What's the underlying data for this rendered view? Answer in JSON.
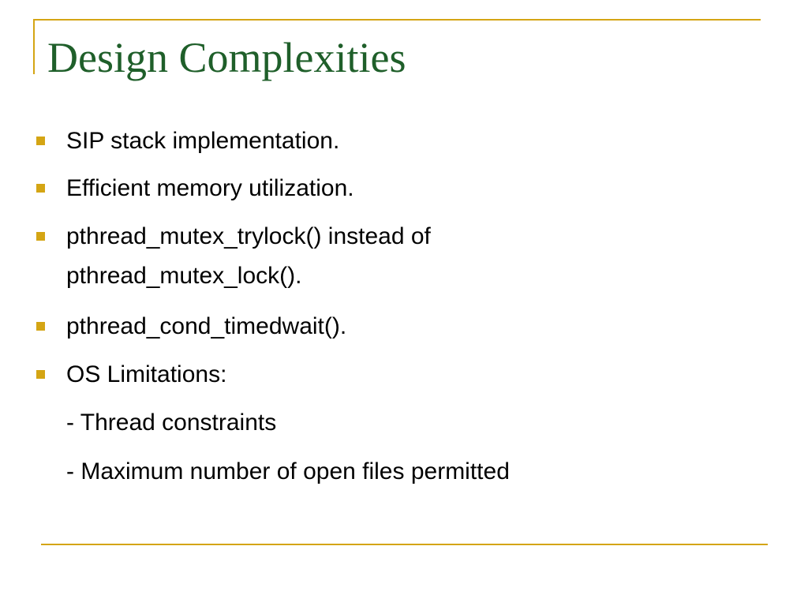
{
  "colors": {
    "accent": "#d4a514",
    "title": "#1f5f2a",
    "bullet": "#d4a514",
    "text": "#000000"
  },
  "title": "Design Complexities",
  "bullets": [
    {
      "marker": true,
      "lines": [
        "SIP stack implementation."
      ]
    },
    {
      "marker": true,
      "lines": [
        "Efficient memory utilization."
      ]
    },
    {
      "marker": true,
      "lines": [
        "pthread_mutex_trylock() instead of",
        "pthread_mutex_lock()."
      ]
    },
    {
      "marker": true,
      "lines": [
        "pthread_cond_timedwait()."
      ]
    },
    {
      "marker": true,
      "lines": [
        "OS Limitations:"
      ]
    },
    {
      "marker": false,
      "lines": [
        "- Thread constraints"
      ]
    },
    {
      "marker": false,
      "lines": [
        "- Maximum number of open files permitted"
      ]
    }
  ]
}
